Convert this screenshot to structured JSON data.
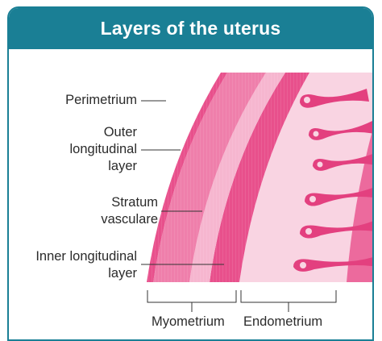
{
  "title": "Layers of the uterus",
  "labels": {
    "perimetrium": "Perimetrium",
    "outer_1": "Outer",
    "outer_2": "longitudinal",
    "outer_3": "layer",
    "stratum_1": "Stratum",
    "stratum_2": "vasculare",
    "inner_1": "Inner longitudinal",
    "inner_2": "layer",
    "myometrium": "Myometrium",
    "endometrium": "Endometrium"
  },
  "colors": {
    "header": "#1a7f95",
    "perimetrium": "#e8508c",
    "outer_longitudinal": "#ef7fab",
    "stratum_vasculare": "#f6b6cf",
    "inner_longitudinal": "#e8508c",
    "endometrium_bg": "#f9d4e2",
    "glands": "#e3407f"
  }
}
